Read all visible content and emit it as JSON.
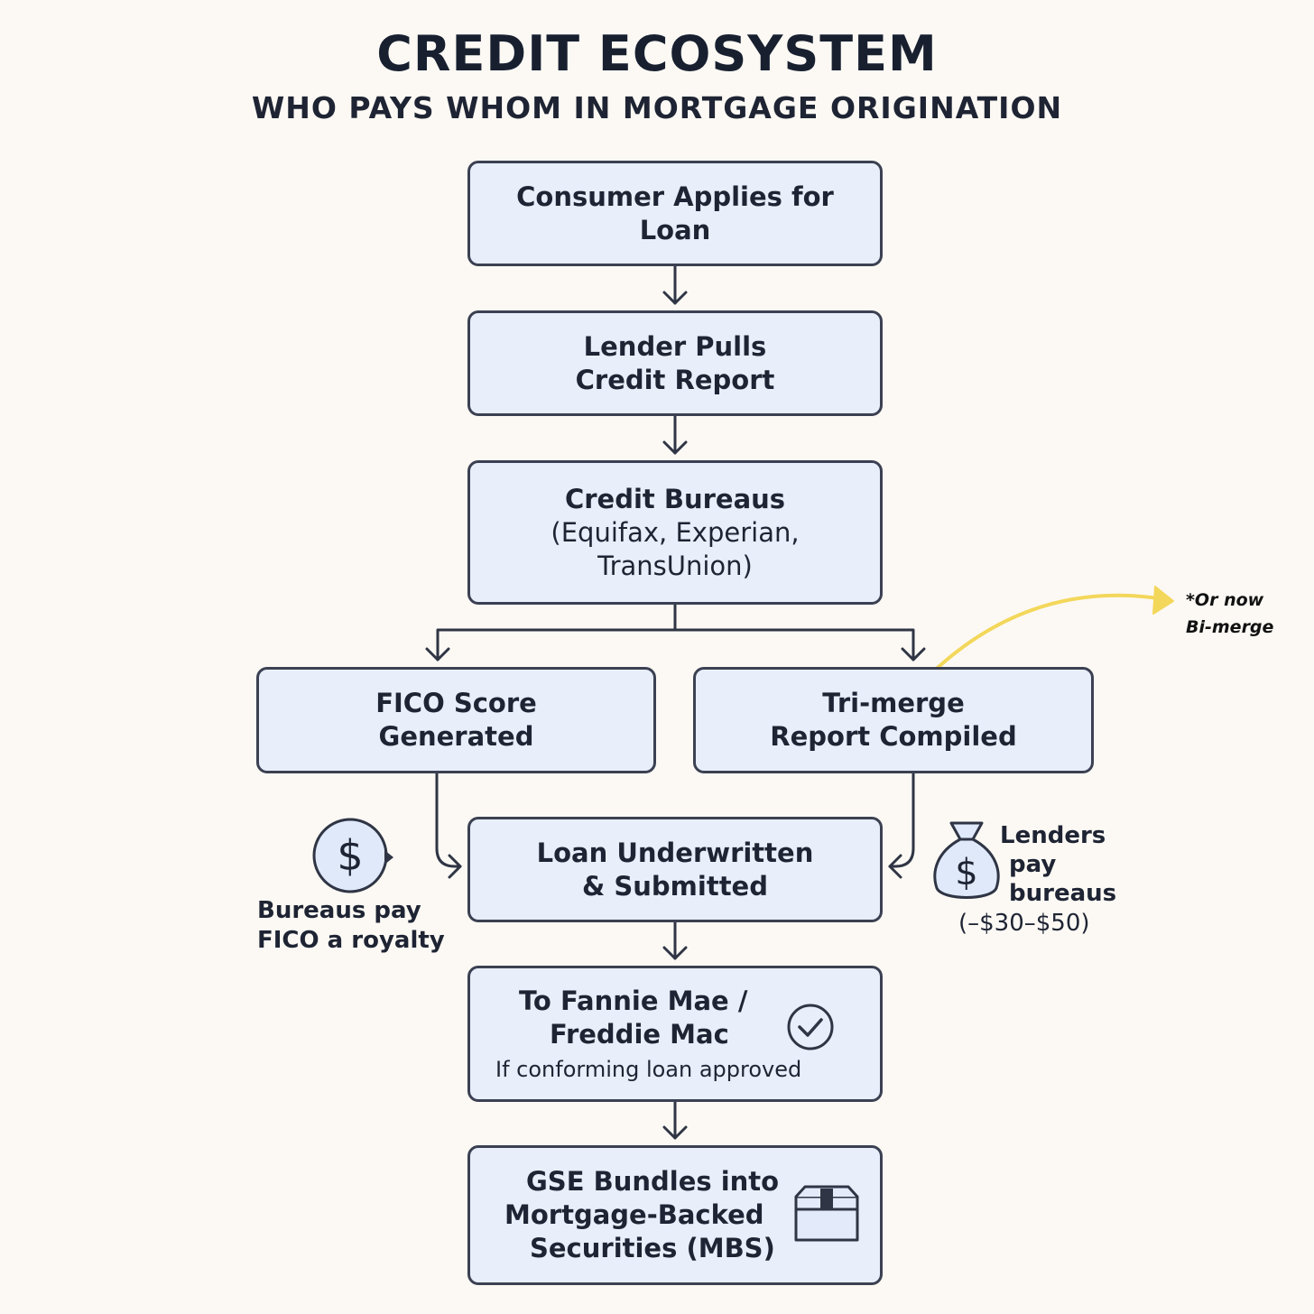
{
  "title": "CREDIT ECOSYSTEM",
  "subtitle": "WHO PAYS WHOM IN MORTGAGE ORIGINATION",
  "nodes": {
    "consumer": {
      "line1": "Consumer Applies for",
      "line2": "Loan"
    },
    "lender": {
      "line1": "Lender Pulls",
      "line2": "Credit Report"
    },
    "bureaus": {
      "line1": "Credit Bureaus",
      "line2": "(Equifax, Experian,",
      "line3": "TransUnion)"
    },
    "fico": {
      "line1": "FICO Score",
      "line2": "Generated"
    },
    "trimerge": {
      "line1": "Tri-merge",
      "line2": "Report Compiled"
    },
    "underwritten": {
      "line1": "Loan Underwritten",
      "line2": "& Submitted"
    },
    "gse_submit": {
      "line1": "To Fannie Mae /",
      "line2": "Freddie Mac",
      "line3": "If conforming loan approved"
    },
    "mbs": {
      "line1": "GSE Bundles into",
      "line2": "Mortgage-Backed",
      "line3": "Securities (MBS)"
    }
  },
  "annotations": {
    "royalty": {
      "line1": "Bureaus pay",
      "line2": "FICO a royalty"
    },
    "lenders_pay": {
      "line1": "Lenders",
      "line2": "pay",
      "line3": "bureaus",
      "line4": "(–$30–$50)"
    },
    "bimerge_note": {
      "line1": "*Or now",
      "line2": "Bi-merge"
    }
  },
  "colors": {
    "background": "#fcf9f4",
    "box_fill": "#e8eefa",
    "box_border": "#3b4152",
    "highlight_arrow": "#f3d75a"
  },
  "icons": [
    "dollar-coin-icon",
    "money-bag-icon",
    "checkmark-circle-icon",
    "box-package-icon"
  ]
}
